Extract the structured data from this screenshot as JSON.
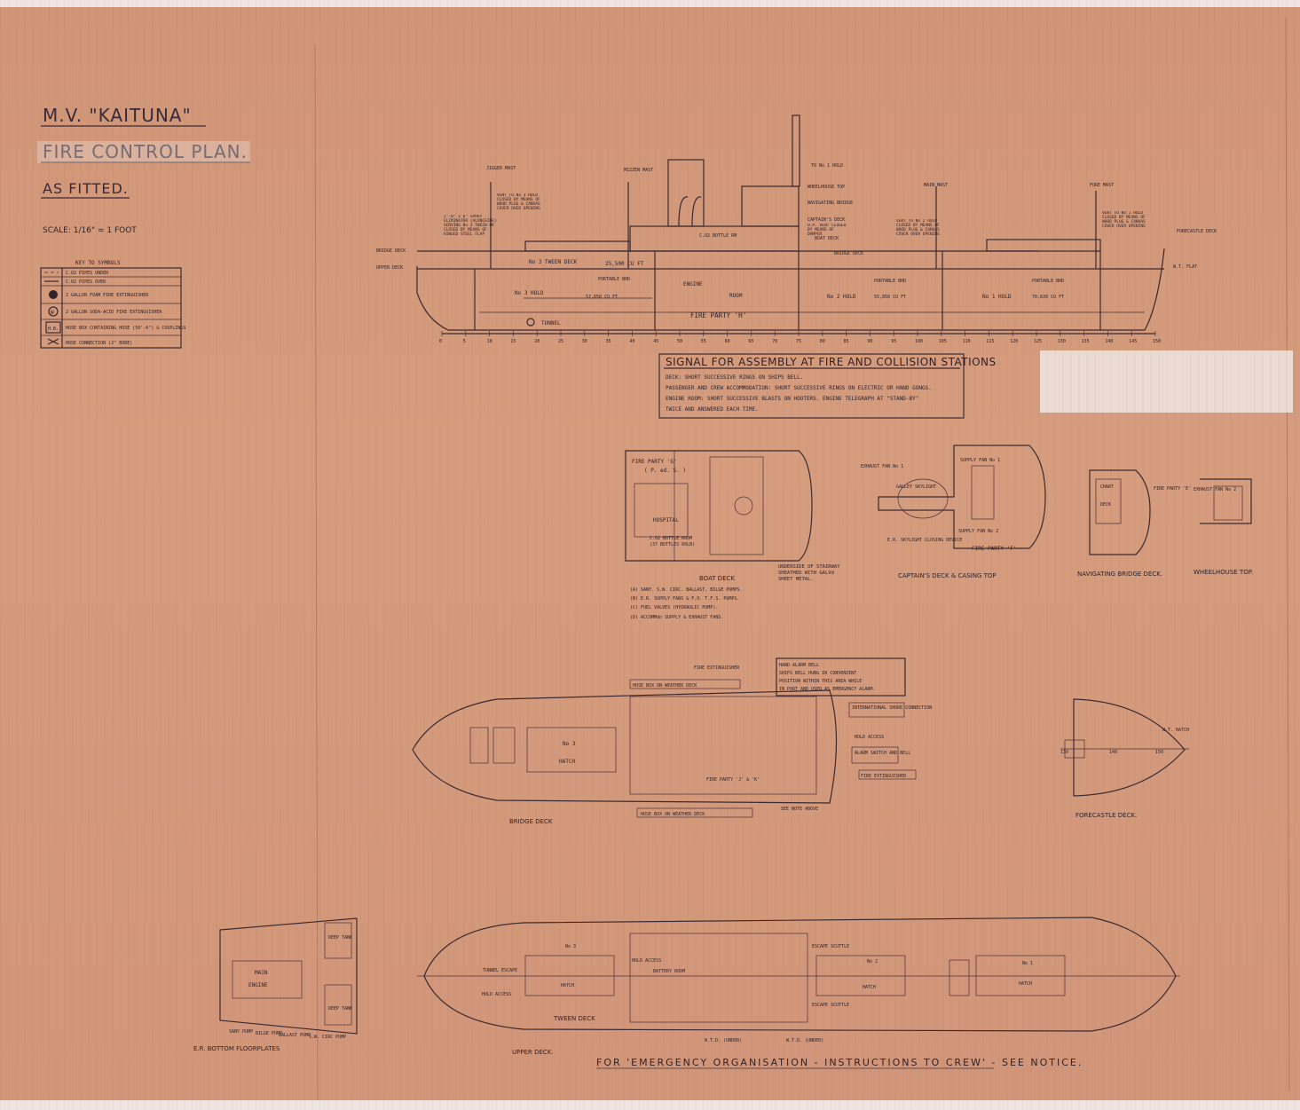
{
  "title": {
    "vessel": "M.V. \"KAITUNA\"",
    "plan": "FIRE CONTROL PLAN.",
    "status": "AS FITTED.",
    "scale": "SCALE: 1/16\" = 1 FOOT"
  },
  "key": {
    "heading": "KEY TO SYMBOLS",
    "items": [
      {
        "symbol": "dash-line",
        "label": "C.O2 PIPES UNDER"
      },
      {
        "symbol": "solid-line",
        "label": "C.O2 PIPES OVER"
      },
      {
        "symbol": "filled-circle",
        "label": "2 GALLON FOAM FIRE EXTINGUISHER"
      },
      {
        "symbol": "w-circle",
        "label": "2 GALLON SODA-ACID FIRE EXTINGUISHER"
      },
      {
        "symbol": "hb-box",
        "label": "HOSE BOX CONTAINING HOSE (50'-0\") & COUPLINGS"
      },
      {
        "symbol": "hose-connection",
        "label": "HOSE CONNECTION (2\" BORE)"
      }
    ]
  },
  "profile": {
    "masts": [
      "JIGGER MAST",
      "MIZZEN MAST",
      "MAIN MAST",
      "FORE MAST"
    ],
    "deck_labels": [
      "BRIDGE DECK",
      "UPPER DECK",
      "FORECASTLE DECK",
      "W.T. FLAT"
    ],
    "spaces": [
      "No 3 TWEEN DECK",
      "No 3 HOLD",
      "ENGINE",
      "ROOM",
      "No 2 HOLD",
      "No 1 HOLD",
      "TUNNEL",
      "FIRE PARTY 'H'",
      "PORTABLE BHD",
      "PORTABLE BHD",
      "PORTABLE BHD",
      "25,500 CU FT",
      "57,650 CU FT",
      "55,850 CU FT",
      "70,630 CU FT"
    ],
    "upper_notes": [
      "TO No 1 HOLD",
      "WHEELHOUSE TOP",
      "NAVIGATING BRIDGE",
      "CAPTAIN'S DECK",
      "BOAT DECK",
      "C.O2 BOTTLE RM",
      "BRIDGE DECK"
    ],
    "vent_notes": [
      "VENT TO No 3 HOLD CLOSED BY MEANS OF WOOD PLUG & CANVAS COVER OVER OPENING",
      "VENT TO No 2 HOLD CLOSED BY MEANS OF WOOD PLUG & CANVAS COVER OVER OPENING",
      "VENT TO No 1 HOLD CLOSED BY MEANS OF WOOD PLUG & CANVAS COVER OVER OPENING",
      "2'-0\" x 6\" SPRAY ELIMINATOR (ALONGSIDE) SERVING No 3 TWEEN DK CLOSED BY MEANS OF HINGED STEEL FLAP",
      "O.P. VENT CLOSED BY MEANS OF DAMPER"
    ],
    "frames": [
      "0",
      "5",
      "10",
      "15",
      "20",
      "25",
      "30",
      "35",
      "40",
      "45",
      "50",
      "55",
      "60",
      "65",
      "70",
      "75",
      "80",
      "85",
      "90",
      "95",
      "100",
      "105",
      "110",
      "115",
      "120",
      "125",
      "130",
      "135",
      "140",
      "145",
      "150"
    ]
  },
  "signal": {
    "heading": "SIGNAL FOR ASSEMBLY AT FIRE AND COLLISION STATIONS",
    "lines": [
      "DECK: SHORT SUCCESSIVE RINGS ON SHIPS BELL.",
      "PASSENGER AND CREW ACCOMMODATION: SHORT SUCCESSIVE RINGS ON ELECTRIC OR HAND GONGS.",
      "ENGINE ROOM: SHORT SUCCESSIVE BLASTS ON HOOTERS. ENGINE TELEGRAPH AT \"STAND-BY\"",
      "TWICE AND ANSWERED EACH TIME."
    ]
  },
  "boat_deck": {
    "caption": "BOAT DECK",
    "labels": [
      "FIRE PARTY 'G'",
      "( P. ed. S. )",
      "HOSPITAL",
      "C.O2 BOTTLE ROOM",
      "(37 BOTTLES 60LB)"
    ],
    "stair_note": "UNDERSIDE OF STAIRWAY SHEATHED WITH GALVd SHEET METAL.",
    "controls": [
      "(A) SANY. S.W. CIRC. BALLAST, BILGE PUMPS.",
      "(B) E.R. SUPPLY FANS & F.O. T.F.S. PUMPS.",
      "(C) FUEL VALVES (HYDRAULIC PUMP).",
      "(D) ACCOMMdn SUPPLY & EXHAUST FANS."
    ]
  },
  "captains_deck": {
    "caption": "CAPTAIN'S DECK & CASING TOP",
    "labels": [
      "EXHAUST FAN No 1",
      "GALLEY SKYLIGHT",
      "SUPPLY FAN No 1",
      "SUPPLY FAN No 2",
      "E.R. SKYLIGHT CLOSING DEVICE",
      "FIRE PARTY 'F'"
    ]
  },
  "nav_bridge": {
    "caption": "NAVIGATING BRIDGE DECK.",
    "caption2": "WHEELHOUSE TOP.",
    "labels": [
      "CHART",
      "DECK",
      "FIRE PARTY 'E'",
      "EXHAUST FAN No 2"
    ]
  },
  "bridge_deck": {
    "caption": "BRIDGE DECK",
    "labels": [
      "No 3",
      "HATCH",
      "FIRE PARTY 'J' & 'K'"
    ],
    "callouts": [
      "FIRE EXTINGUISHER",
      "HOSE BOX ON WEATHER DECK",
      "INTERNATIONAL SHORE CONNECTION",
      "HOLD ACCESS",
      "ALARM SWITCH AND BELL",
      "FIRE EXTINGUISHER",
      "HOSE BOX ON WEATHER DECK",
      "SEE NOTE ABOVE"
    ],
    "alarm_note": [
      "HAND ALARM BELL",
      "SHIPS BELL HUNG IN CONVENIENT",
      "POSITION WITHIN THIS AREA WHILE",
      "IN PORT AND USED AS EMERGENCY ALARM."
    ]
  },
  "forecastle": {
    "caption": "FORECASTLE DECK.",
    "labels": [
      "W.T. HATCH",
      "130",
      "140",
      "150"
    ]
  },
  "floorplates": {
    "caption": "E.R. BOTTOM FLOORPLATES",
    "labels": [
      "MAIN",
      "ENGINE",
      "DEEP TANK",
      "DEEP TANK",
      "SANY PUMP",
      "BILGE PUMP",
      "BALLAST PUMP",
      "S.W. CIRC PUMP"
    ]
  },
  "upper_deck": {
    "caption": "UPPER DECK.",
    "caption2": "TWEEN DECK",
    "labels": [
      "No 3",
      "HATCH",
      "No 2",
      "HATCH",
      "No 1",
      "HATCH",
      "TUNNEL ESCAPE",
      "HOLD ACCESS",
      "BATTERY ROOM",
      "ESCAPE SCUTTLE",
      "ESCAPE SCUTTLE",
      "W.T.D. (UNDER)",
      "W.T.D. (UNDER)",
      "HOLD ACCESS"
    ]
  },
  "footer": "FOR 'EMERGENCY ORGANISATION - INSTRUCTIONS TO CREW' - SEE NOTICE."
}
